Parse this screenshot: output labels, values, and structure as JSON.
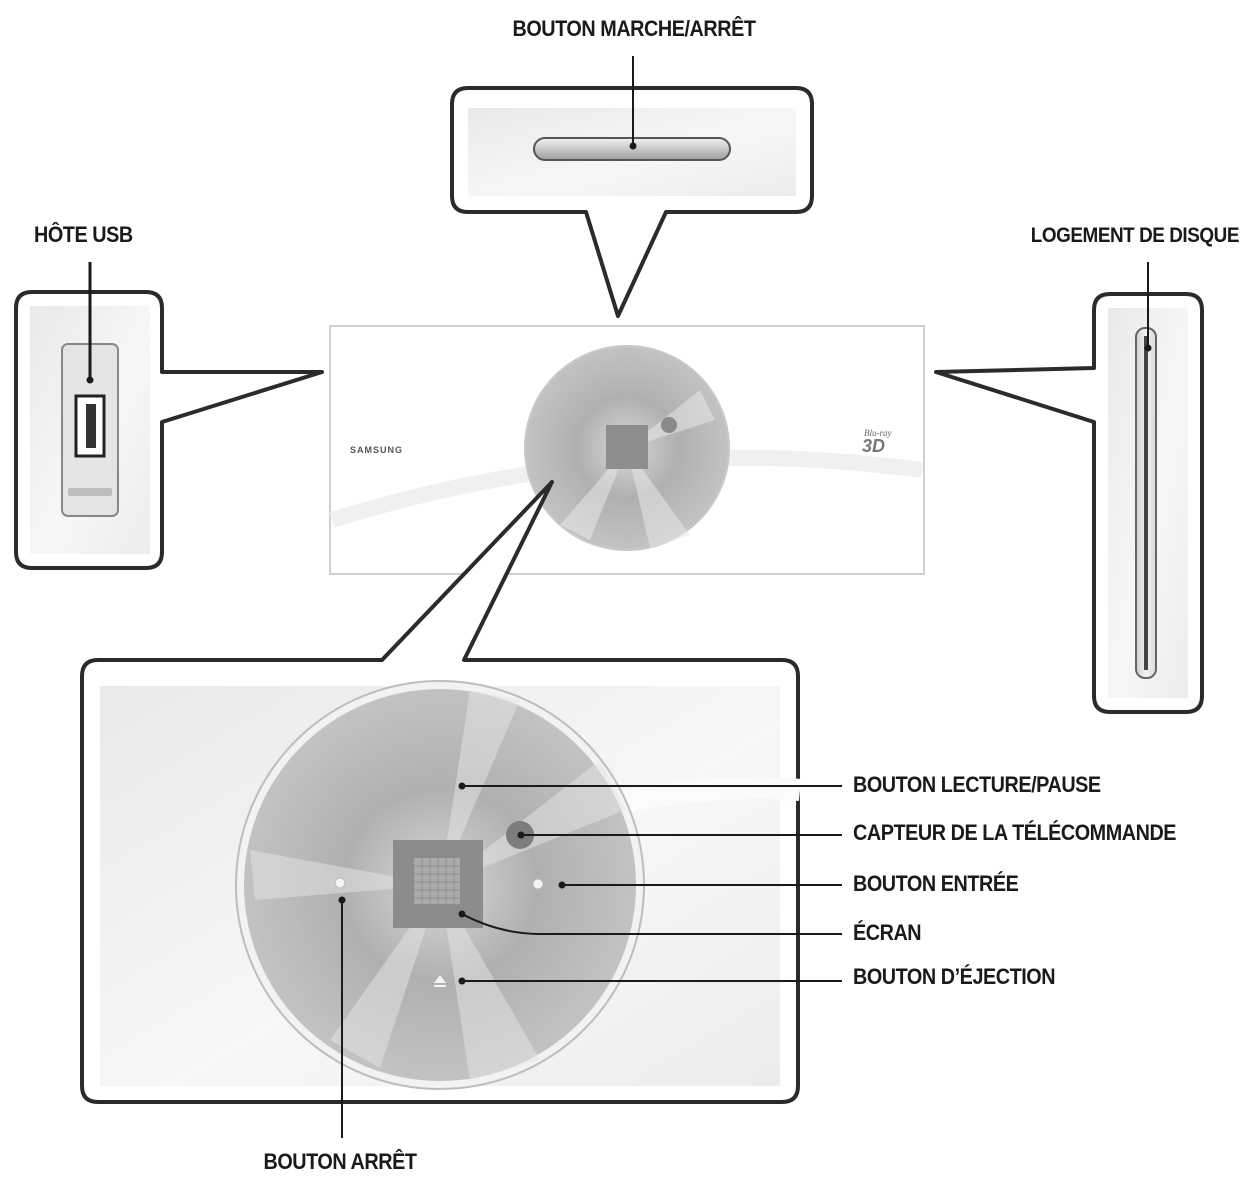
{
  "labels": {
    "power_button": "BOUTON MARCHE/ARRÊT",
    "usb_host": "HÔTE USB",
    "disc_slot": "LOGEMENT DE DISQUE",
    "play_pause_button": "BOUTON LECTURE/PAUSE",
    "remote_sensor": "CAPTEUR DE LA TÉLÉCOMMANDE",
    "enter_button": "BOUTON ENTRÉE",
    "display": "ÉCRAN",
    "eject_button": "BOUTON D’ÉJECTION",
    "stop_button": "BOUTON ARRÊT"
  },
  "device": {
    "brand": "SAMSUNG",
    "logo_small": "Blu-ray",
    "logo_3d": "3D"
  },
  "colors": {
    "outline": "#2b2b2b",
    "panel_fill": "#f4f4f4",
    "disc_dark": "#9a9a9a",
    "disc_light": "#e2e2e2",
    "device_fill": "#ffffff"
  }
}
